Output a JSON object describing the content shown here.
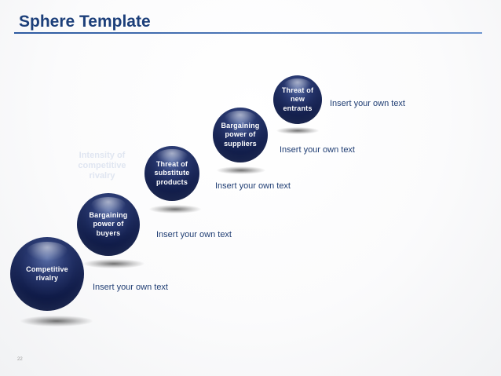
{
  "title": "Sphere Template",
  "watermark": "Intensity of\ncompetitive\nrivalry",
  "page_number": "22",
  "steps": [
    {
      "label": "Competitive\nrivalry",
      "text": "Insert your own text"
    },
    {
      "label": "Bargaining\npower of\nbuyers",
      "text": "Insert your own text"
    },
    {
      "label": "Threat of\nsubstitute\nproducts",
      "text": "Insert your own text"
    },
    {
      "label": "Bargaining\npower of\nsuppliers",
      "text": "Insert your own text"
    },
    {
      "label": "Threat of\nnew\nentrants",
      "text": "Insert your own text"
    }
  ]
}
